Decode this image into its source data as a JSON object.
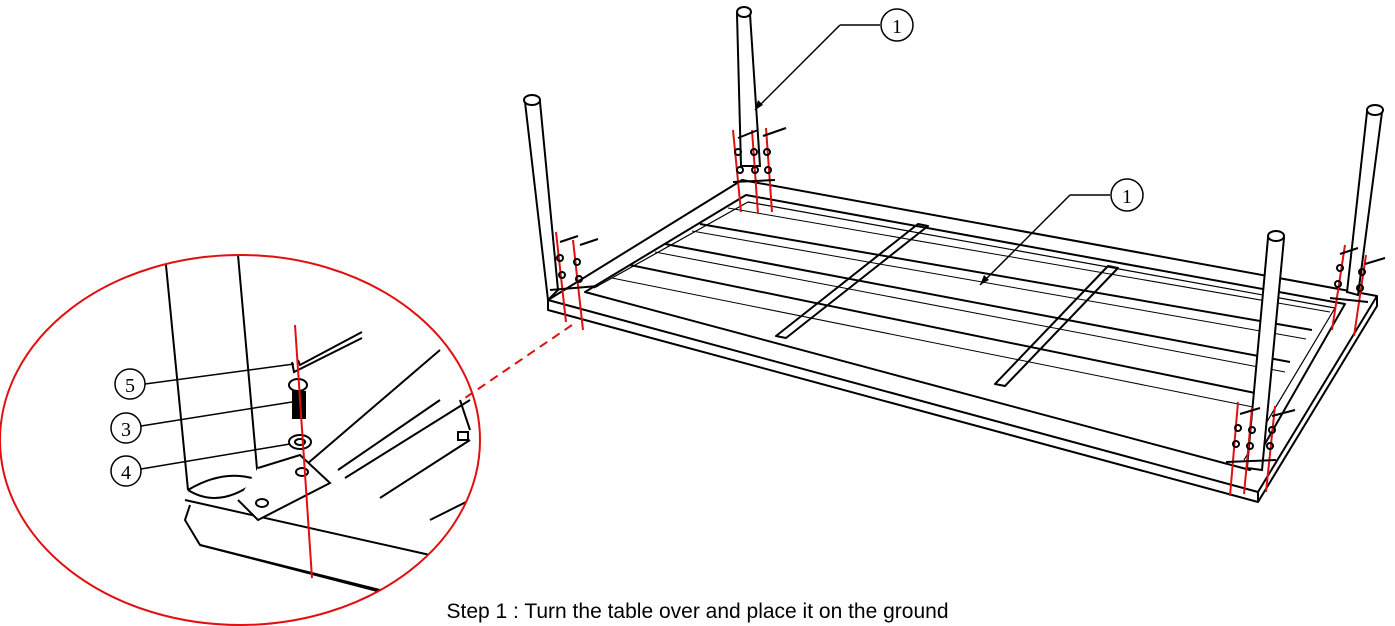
{
  "caption": "Step 1 : Turn the table over and place it on the ground",
  "callouts": {
    "leg_label": "1",
    "top_label": "1",
    "detail_key": "5",
    "detail_bolt": "3",
    "detail_washer": "4"
  },
  "colors": {
    "line": "#000000",
    "highlight": "#e01010",
    "background": "#ffffff"
  }
}
